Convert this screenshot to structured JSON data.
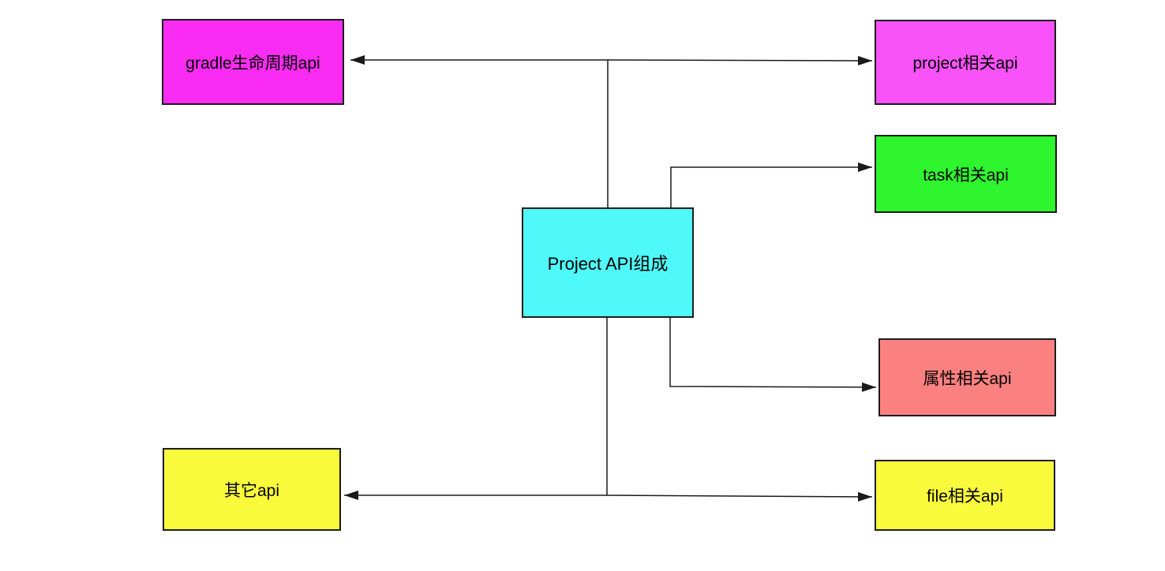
{
  "canvas": {
    "background": "#FFFFFF",
    "line_color": "#1A1A1A"
  },
  "nodes": {
    "center": {
      "label": "Project API组成",
      "color": "#4FF9F9"
    },
    "gradle": {
      "label": "gradle生命周期api",
      "color": "#FA2BF2"
    },
    "project": {
      "label": "project相关api",
      "color": "#F852F8"
    },
    "task": {
      "label": "task相关api",
      "color": "#2EF52E"
    },
    "property": {
      "label": "属性相关api",
      "color": "#FB8181"
    },
    "other": {
      "label": "其它api",
      "color": "#FAFA3C"
    },
    "file": {
      "label": "file相关api",
      "color": "#FAFA3C"
    }
  },
  "edges": [
    {
      "from": "center",
      "to": "gradle",
      "arrow": "to"
    },
    {
      "from": "center",
      "to": "project",
      "arrow": "to"
    },
    {
      "from": "center",
      "to": "task",
      "arrow": "to"
    },
    {
      "from": "center",
      "to": "property",
      "arrow": "to"
    },
    {
      "from": "center",
      "to": "other",
      "arrow": "to"
    },
    {
      "from": "center",
      "to": "file",
      "arrow": "to"
    }
  ]
}
